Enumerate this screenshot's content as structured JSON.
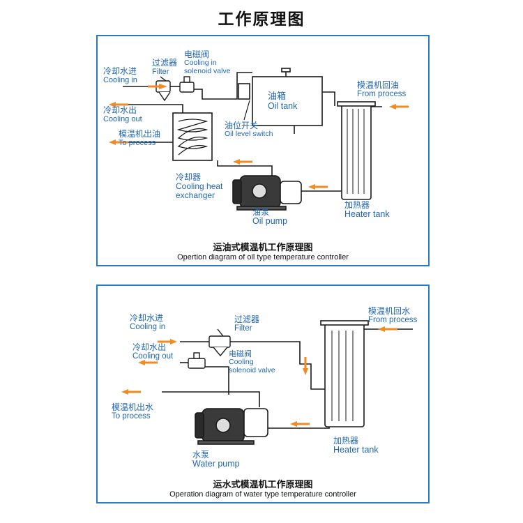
{
  "title": "工作原理图",
  "oil_panel": {
    "cooling_in_zh": "冷却水进",
    "cooling_in_en": "Cooling in",
    "filter_zh": "过滤器",
    "filter_en": "Filter",
    "valve_zh": "电磁阀",
    "valve_en1": "Cooling in",
    "valve_en2": "solenoid valve",
    "cooling_out_zh": "冷却水出",
    "cooling_out_en": "Cooling out",
    "to_process_zh": "模温机出油",
    "to_process_en": "To process",
    "oil_tank_zh": "油箱",
    "oil_tank_en": "Oil tank",
    "level_switch_zh": "油位开关",
    "level_switch_en": "Oil level switch",
    "from_process_zh": "模温机回油",
    "from_process_en": "From process",
    "exchanger_zh": "冷却器",
    "exchanger_en1": "Cooling heat",
    "exchanger_en2": "exchanger",
    "pump_zh": "油泵",
    "pump_en": "Oil pump",
    "heater_zh": "加热器",
    "heater_en": "Heater tank",
    "caption_zh": "运油式模温机工作原理图",
    "caption_en": "Opertion diagram of oil type temperature controller"
  },
  "water_panel": {
    "cooling_in_zh": "冷却水进",
    "cooling_in_en": "Cooling in",
    "filter_zh": "过滤器",
    "filter_en": "Filter",
    "cooling_out_zh": "冷却水出",
    "cooling_out_en": "Cooling out",
    "valve_zh": "电磁阀",
    "valve_en1": "Cooling",
    "valve_en2": "solenoid valve",
    "to_process_zh": "模温机出水",
    "to_process_en": "To process",
    "from_process_zh": "模温机回水",
    "from_process_en": "From process",
    "pump_zh": "水泵",
    "pump_en": "Water pump",
    "heater_zh": "加热器",
    "heater_en": "Heater tank",
    "caption_zh": "运水式模温机工作原理图",
    "caption_en": "Operation diagram of water type temperature controller"
  },
  "colors": {
    "border": "#2b79c2",
    "label": "#1f66b3",
    "pipe": "#1a1a1a",
    "arrow": "#f08a24"
  }
}
